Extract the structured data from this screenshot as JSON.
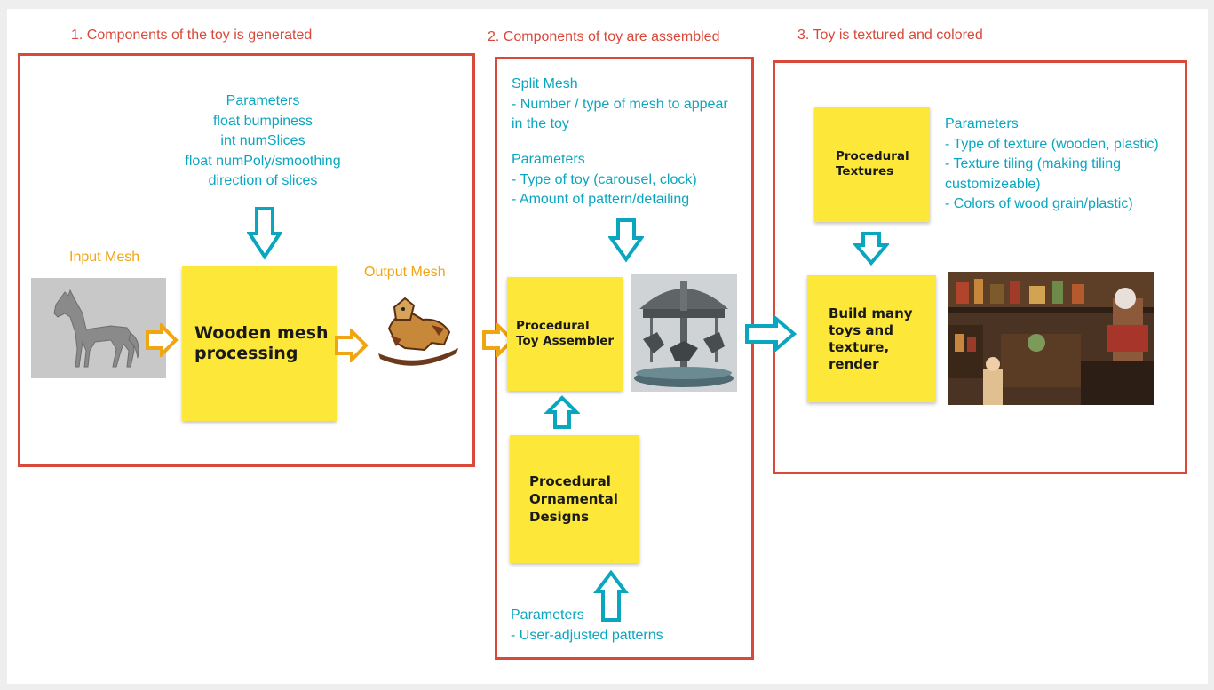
{
  "colors": {
    "frame": "#d9493a",
    "teal": "#0aa6c0",
    "orange": "#f0a512",
    "note": "#fde83a"
  },
  "section1": {
    "title": "1. Components of the toy is generated",
    "params": [
      "Parameters",
      "float bumpiness",
      "int numSlices",
      "float numPoly/smoothing",
      "direction of slices"
    ],
    "input_label": "Input Mesh",
    "output_label": "Output Mesh",
    "note": "Wooden mesh\nprocessing"
  },
  "section2": {
    "title": "2. Components of toy are assembled",
    "split_mesh": [
      "Split Mesh",
      "- Number / type of mesh to appear",
      "in the toy"
    ],
    "params": [
      "Parameters",
      "- Type of toy (carousel, clock)",
      "- Amount of pattern/detailing"
    ],
    "assembler_note": "Procedural\nToy Assembler",
    "ornamental_note": "Procedural\nOrnamental\nDesigns",
    "bottom_params": [
      "Parameters",
      "- User-adjusted patterns"
    ]
  },
  "section3": {
    "title": "3. Toy is textured and colored",
    "textures_note": "Procedural\nTextures",
    "params": [
      "Parameters",
      "- Type of texture (wooden, plastic)",
      "- Texture tiling (making tiling",
      "customizeable)",
      "- Colors of wood grain/plastic)"
    ],
    "build_note": "Build many\ntoys and\ntexture,\nrender"
  }
}
